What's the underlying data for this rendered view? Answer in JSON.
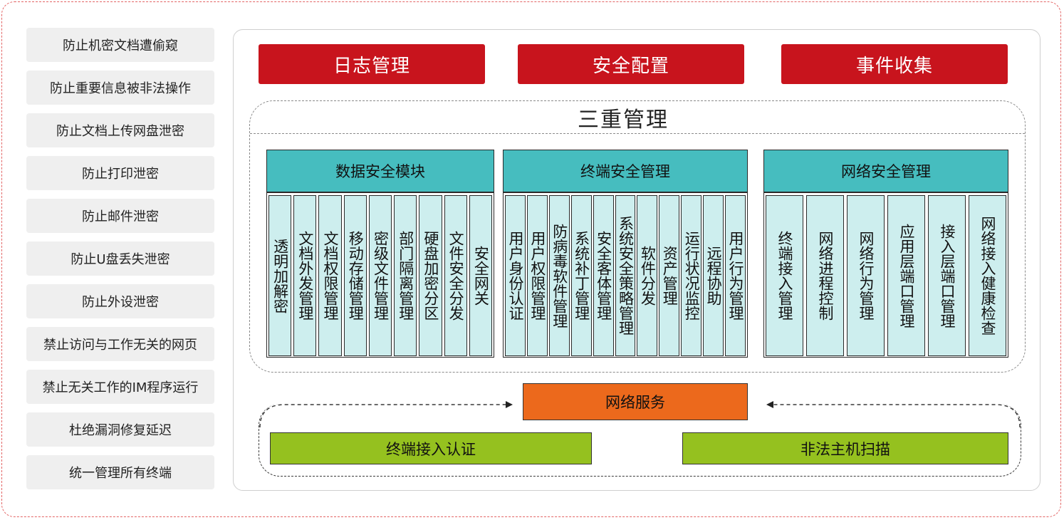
{
  "left_items": [
    "防止机密文档遭偷窥",
    "防止重要信息被非法操作",
    "防止文档上传网盘泄密",
    "防止打印泄密",
    "防止邮件泄密",
    "防止U盘丢失泄密",
    "防止外设泄密",
    "禁止访问与工作无关的网页",
    "禁止无关工作的IM程序运行",
    "杜绝漏洞修复延迟",
    "统一管理所有终端"
  ],
  "top_buttons": [
    "日志管理",
    "安全配置",
    "事件收集"
  ],
  "triple_title": "三重管理",
  "modules": [
    {
      "title": "数据安全模块",
      "items": [
        "透明加解密",
        "文档外发管理",
        "文档权限管理",
        "移动存储管理",
        "密级文件管理",
        "部门隔离管理",
        "硬盘加密分区",
        "文件安全分发",
        "安全网关"
      ]
    },
    {
      "title": "终端安全管理",
      "items": [
        "用户身份认证",
        "用户权限管理",
        "防病毒软件管理",
        "系统补丁管理",
        "安全客体管理",
        "系统安全策略管理",
        "软件分发",
        "资产管理",
        "运行状况监控",
        "远程协助",
        "用户行为管理"
      ]
    },
    {
      "title": "网络安全管理",
      "items": [
        "终端接入管理",
        "网络进程控制",
        "网络行为管理",
        "应用层端口管理",
        "接入层端口管理",
        "网络接入健康检查"
      ]
    }
  ],
  "network_service": "网络服务",
  "bottom_buttons": [
    "终端接入认证",
    "非法主机扫描"
  ],
  "colors": {
    "red": "#c8141d",
    "teal_header": "#46bdbf",
    "teal_cell": "#cdeeee",
    "orange": "#ec691c",
    "green": "#95c11f"
  }
}
